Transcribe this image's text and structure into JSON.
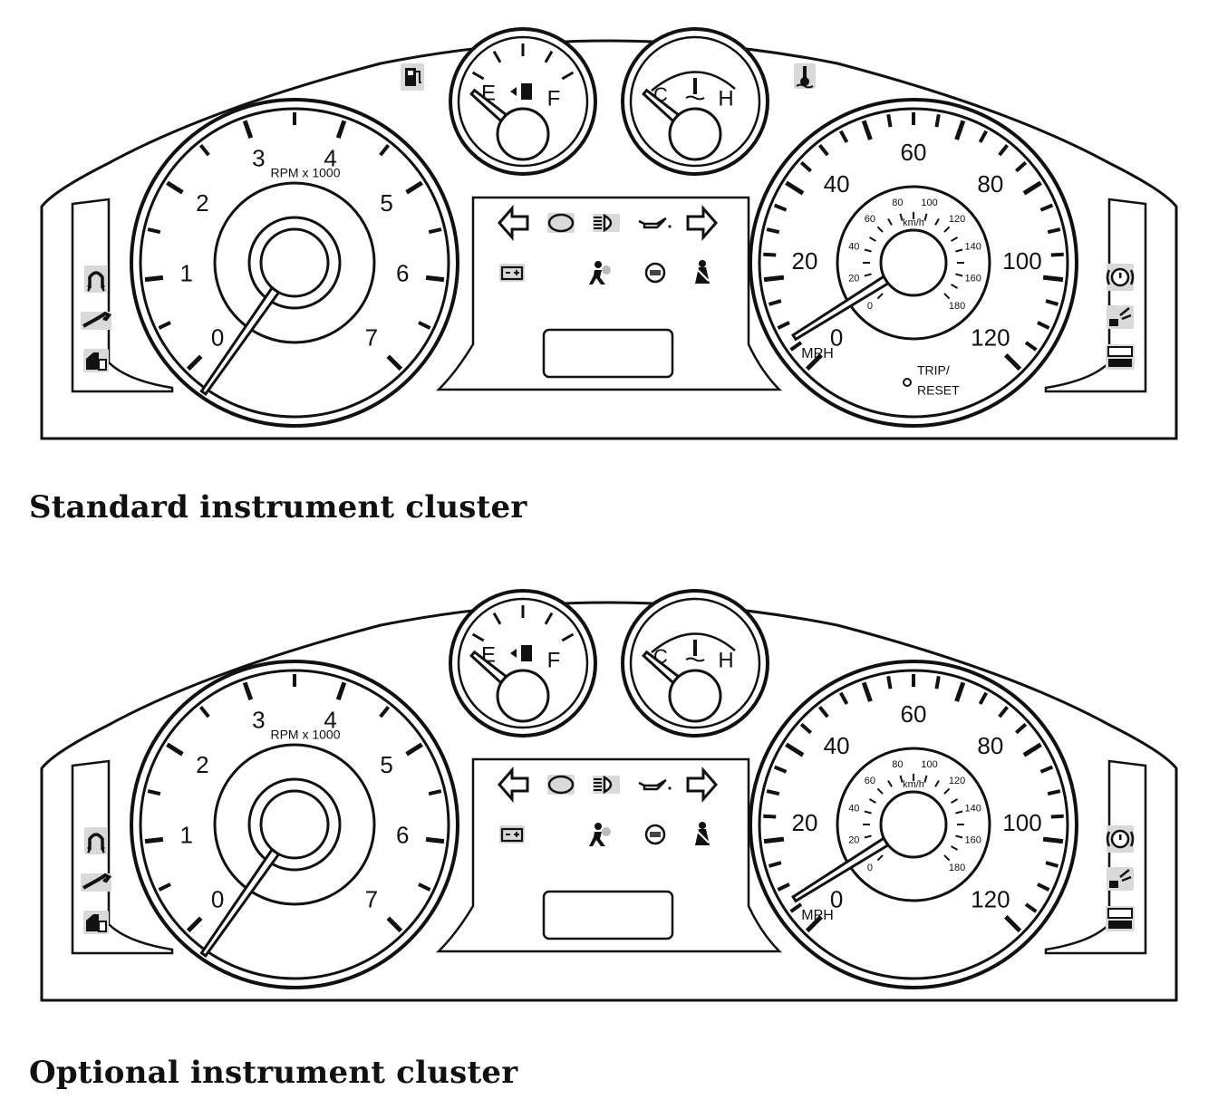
{
  "figures": [
    {
      "id": "standard",
      "caption": "Standard instrument cluster",
      "has_left_top_icon": true,
      "has_right_top_icon": true,
      "has_trip_reset": true,
      "tach": {
        "label": "RPM x 1000",
        "numbers": [
          "0",
          "1",
          "2",
          "3",
          "4",
          "5",
          "6",
          "7"
        ]
      },
      "fuel": {
        "empty": "E",
        "full": "F"
      },
      "temp": {
        "cold": "C",
        "hot": "H"
      },
      "speedo": {
        "unit": "MPH",
        "mph_numbers": [
          "0",
          "20",
          "40",
          "60",
          "80",
          "100",
          "120"
        ],
        "kmh_label": "km/h",
        "kmh_numbers": [
          "0",
          "20",
          "40",
          "60",
          "80",
          "100",
          "120",
          "140",
          "160",
          "180"
        ]
      },
      "trip_reset": {
        "line1": "TRIP/",
        "line2": "RESET"
      }
    },
    {
      "id": "optional",
      "caption": "Optional instrument cluster",
      "has_left_top_icon": false,
      "has_right_top_icon": false,
      "has_trip_reset": false,
      "tach": {
        "label": "RPM x 1000",
        "numbers": [
          "0",
          "1",
          "2",
          "3",
          "4",
          "5",
          "6",
          "7"
        ]
      },
      "fuel": {
        "empty": "E",
        "full": "F"
      },
      "temp": {
        "cold": "C",
        "hot": "H"
      },
      "speedo": {
        "unit": "MPH",
        "mph_numbers": [
          "0",
          "20",
          "40",
          "60",
          "80",
          "100",
          "120"
        ],
        "kmh_label": "km/h",
        "kmh_numbers": [
          "0",
          "20",
          "40",
          "60",
          "80",
          "100",
          "120",
          "140",
          "160",
          "180"
        ]
      }
    }
  ],
  "warning_lights": {
    "center_row1": [
      "left-turn-arrow-icon",
      "check-engine-icon",
      "high-beam-icon",
      "oil-pressure-icon",
      "right-turn-arrow-icon"
    ],
    "center_row2": [
      "battery-icon",
      "airbag-icon",
      "abs-icon",
      "seatbelt-icon"
    ],
    "left_column": [
      "traction-control-icon",
      "service-wrench-icon",
      "door-ajar-icon"
    ],
    "right_column": [
      "brake-icon",
      "low-washer-fluid-icon",
      "overdrive-off-icon"
    ],
    "top_left": "low-fuel-icon",
    "top_right": "engine-temp-icon"
  }
}
